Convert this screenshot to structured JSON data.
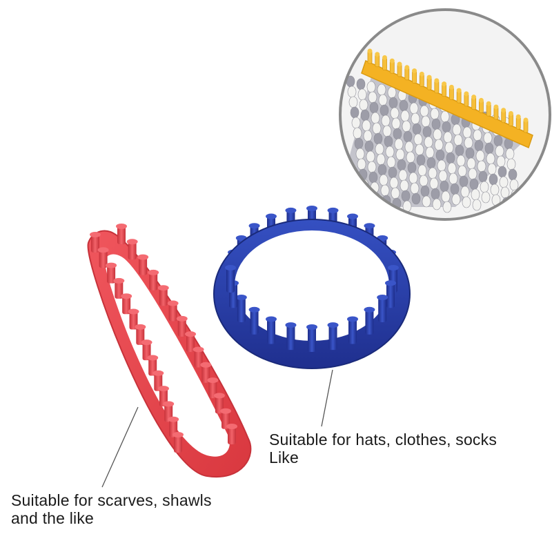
{
  "captions": {
    "round_loom": "Suitable for hats, clothes, socks\nLike",
    "long_loom": "Suitable for scarves, shawls\n and the like"
  },
  "colors": {
    "red_loom": "#e8454d",
    "red_loom_shade": "#c7323a",
    "blue_loom": "#2a3fa8",
    "blue_loom_shade": "#1c2c80",
    "yellow_loom": "#f4b223",
    "inset_border": "#8a8a8a",
    "knit_gray": "#a9a9b3",
    "knit_white": "#f2f2f0"
  },
  "icons": [
    "long-red-knitting-loom",
    "round-blue-knitting-loom",
    "inset-knitted-fabric-photo"
  ]
}
